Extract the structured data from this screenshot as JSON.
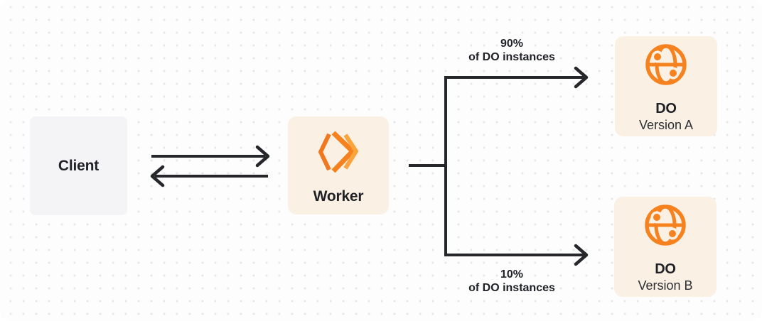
{
  "diagram": {
    "nodes": {
      "client": {
        "label": "Client"
      },
      "worker": {
        "label": "Worker",
        "icon": "cloudflare-workers-icon"
      },
      "do_version_a": {
        "title": "DO",
        "subtitle": "Version A",
        "icon": "durable-object-globe-icon"
      },
      "do_version_b": {
        "title": "DO",
        "subtitle": "Version B",
        "icon": "durable-object-globe-icon"
      }
    },
    "edges": {
      "client_worker": {
        "type": "arrow-right"
      },
      "worker_client": {
        "type": "arrow-left"
      },
      "branch_a": {
        "label_line1": "90%",
        "label_line2": "of DO instances"
      },
      "branch_b": {
        "label_line1": "10%",
        "label_line2": "of DO instances"
      }
    },
    "colors": {
      "orange": "#F6821F",
      "orange_deep": "#F0781E",
      "orange_light": "#F9A43F",
      "cream": "#FAF0E3",
      "gray_box": "#F4F4F6",
      "line": "#25272B",
      "text": "#1F2126",
      "subtitle_text": "#2B2E33",
      "dot": "#E7E7EA",
      "background": "#FDFDFD"
    }
  }
}
